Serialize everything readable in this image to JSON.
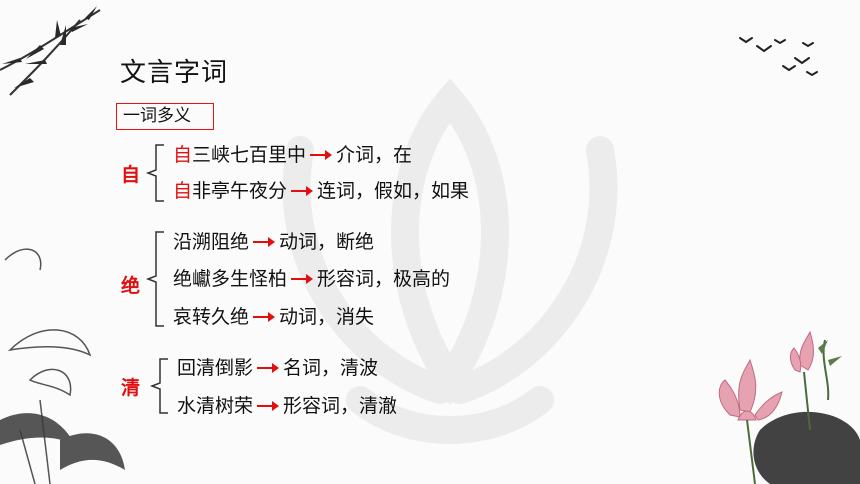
{
  "title": "文言字词",
  "section_label": "一词多义",
  "groups": [
    {
      "head": "自",
      "items": [
        {
          "prefix": "自",
          "phrase": "三峡七百里中",
          "meaning": "介词，在"
        },
        {
          "prefix": "自",
          "phrase": "非亭午夜分",
          "meaning": "连词，假如，如果"
        }
      ]
    },
    {
      "head": "绝",
      "items": [
        {
          "phrase": "沿溯阻绝",
          "meaning": "动词，断绝"
        },
        {
          "phrase": "绝巘多生怪柏",
          "meaning": "形容词，极高的"
        },
        {
          "phrase": "哀转久绝",
          "meaning": "动词，消失"
        }
      ]
    },
    {
      "head": "清",
      "items": [
        {
          "phrase": "回清倒影",
          "meaning": "名词，清波"
        },
        {
          "phrase": "水清树荣",
          "meaning": "形容词，清澈"
        }
      ]
    }
  ],
  "colors": {
    "accent": "#e01010",
    "text": "#111111",
    "watermark": "#ececec"
  },
  "icons": [
    "bamboo-painting-icon",
    "birds-icon",
    "lotus-painting-icon",
    "arrow-right-icon",
    "brace-icon"
  ]
}
